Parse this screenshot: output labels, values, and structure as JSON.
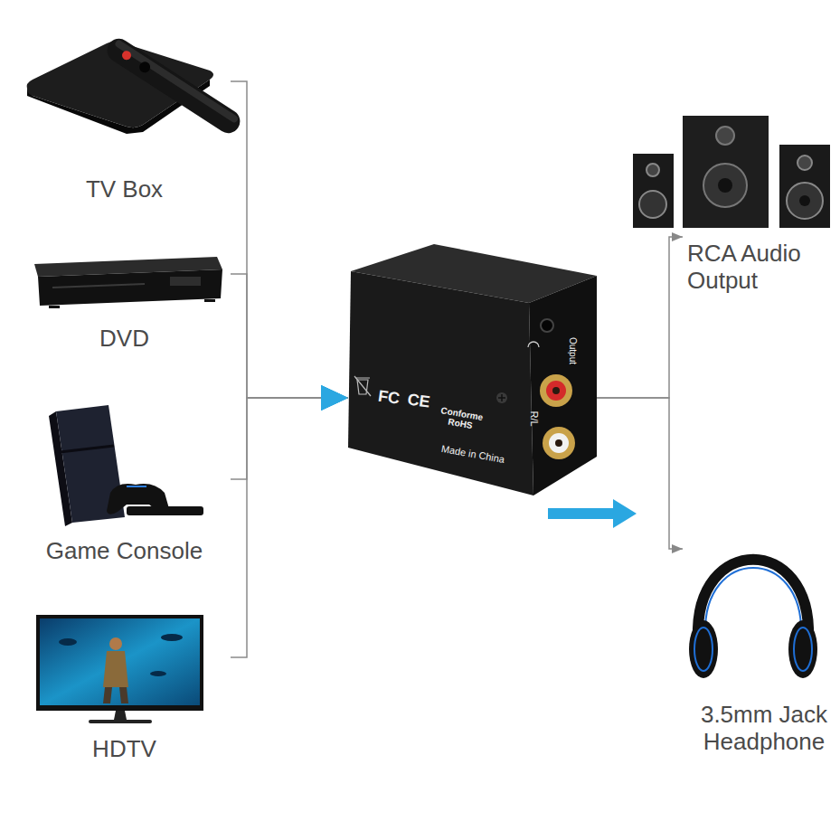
{
  "diagram": {
    "nodes": [
      {
        "text": [
          "TV Box"
        ]
      },
      {
        "text": [
          "DVD"
        ]
      },
      {
        "text": [
          "Game Console"
        ]
      },
      {
        "text": [
          "HDTV"
        ]
      },
      {
        "text": [
          "FC",
          "CE",
          "Conforme RoHS",
          "Made in China",
          "R/L",
          "Output"
        ]
      },
      {
        "text": [
          "RCA Audio Output"
        ]
      },
      {
        "text": [
          "3.5mm Jack Headphone"
        ]
      }
    ],
    "edges": [
      {
        "from": 0,
        "to": 4,
        "arrow": "to"
      },
      {
        "from": 1,
        "to": 4,
        "arrow": "to"
      },
      {
        "from": 2,
        "to": 4,
        "arrow": "to"
      },
      {
        "from": 3,
        "to": 4,
        "arrow": "to"
      },
      {
        "from": 4,
        "to": 5,
        "arrow": "to"
      },
      {
        "from": 4,
        "to": 6,
        "arrow": "to"
      }
    ]
  }
}
